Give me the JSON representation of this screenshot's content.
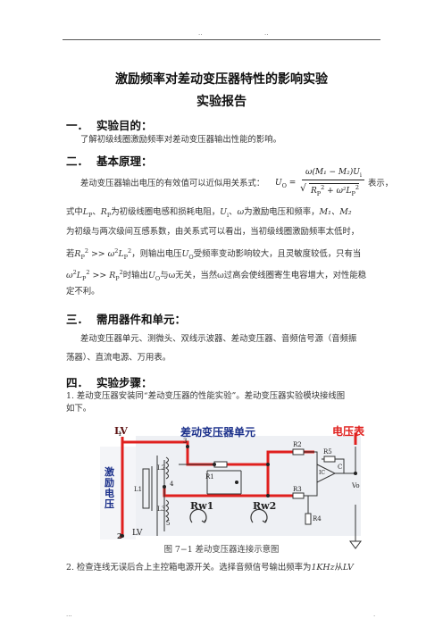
{
  "header": {
    "dots_left": "..",
    "dots_right": ".."
  },
  "title": "激励频率对差动变压器特性的影响实验",
  "subtitle": "实验报告",
  "sections": [
    {
      "num": "一．",
      "title": "实验目的："
    },
    {
      "num": "二．",
      "title": "基本原理："
    },
    {
      "num": "三．",
      "title": "需用器件和单元："
    },
    {
      "num": "四．",
      "title": "实验步骤："
    }
  ],
  "purpose": "了解初级线圈激励频率对差动变压器输出性能的影响。",
  "principle": {
    "line1_pre": "差动变压器输出电压的有效值可以近似用关系式：",
    "line1_post": "表示，",
    "formula": {
      "lhs": "U",
      "lhs_sub": "O",
      "num": "ω(M₁ − M₂)U",
      "num_sub": "i",
      "den": "R",
      "den_tail": "ω²L"
    },
    "line2_a": "式中",
    "line2_b": "为初级线圈电感和损耗电阻，",
    "line2_c": "为激励电压和频率，",
    "line2_d": "M₁、M₂",
    "line3": "为初级与两次级间互感系数，由关系式可以看出，当初级线圈激励频率太低时，",
    "line4_a": "若",
    "line4_b": "，则输出电压",
    "line4_c": "受频率变动影响较大，且灵敏度较低，只有当",
    "line5_b": "时输出",
    "line5_c": "与ω无关，当然ω过高会使线圈寄生电容增大，对性能稳",
    "line6": "定不利。"
  },
  "equipment": {
    "line1": "差动变压器单元、测微头、双线示波器、差动变压器、音频信号源（音频振",
    "line2": "荡器）、直流电源、万用表。"
  },
  "steps": {
    "step1_line1": "1.  差动变压器安装同“差动变压器的性能实验”。差动变压器实验模块接线图",
    "step1_line2": "如下。",
    "step2_pre": "2.  检查连线无误后合上主控箱电源开关。选择音频信号输出频率为",
    "step2_freq": "1KHz",
    "step2_post": "从",
    "step2_tail": "LV"
  },
  "figure": {
    "caption": "图 7−1      差动变压器连接示意图",
    "unit_title": "差动变压器单元",
    "lv_top": "LV",
    "lv_bottom": "LV",
    "voltmeter": "电压表",
    "excite": [
      "激",
      "励",
      "电",
      "压"
    ],
    "labels": {
      "L1": "L1",
      "L2": "L2",
      "L3": "L3",
      "R1": "R1",
      "R2": "R2",
      "R3": "R3",
      "R4": "R4",
      "R5": "R5",
      "C": "C",
      "IC": "IC",
      "Vo": "Vo",
      "Rw1": "Rw1",
      "Rw2": "Rw2",
      "n1": "1",
      "n2": "2",
      "n3": "3",
      "n4": "4",
      "n5": "5"
    },
    "colors": {
      "wire_red": "#e0201e",
      "title_blue": "#1a2f8a",
      "lv_dark": "#5b1010",
      "panel": "#eef0f4"
    }
  },
  "footer": {
    "dots_left": "...",
    "dots_right": "."
  }
}
